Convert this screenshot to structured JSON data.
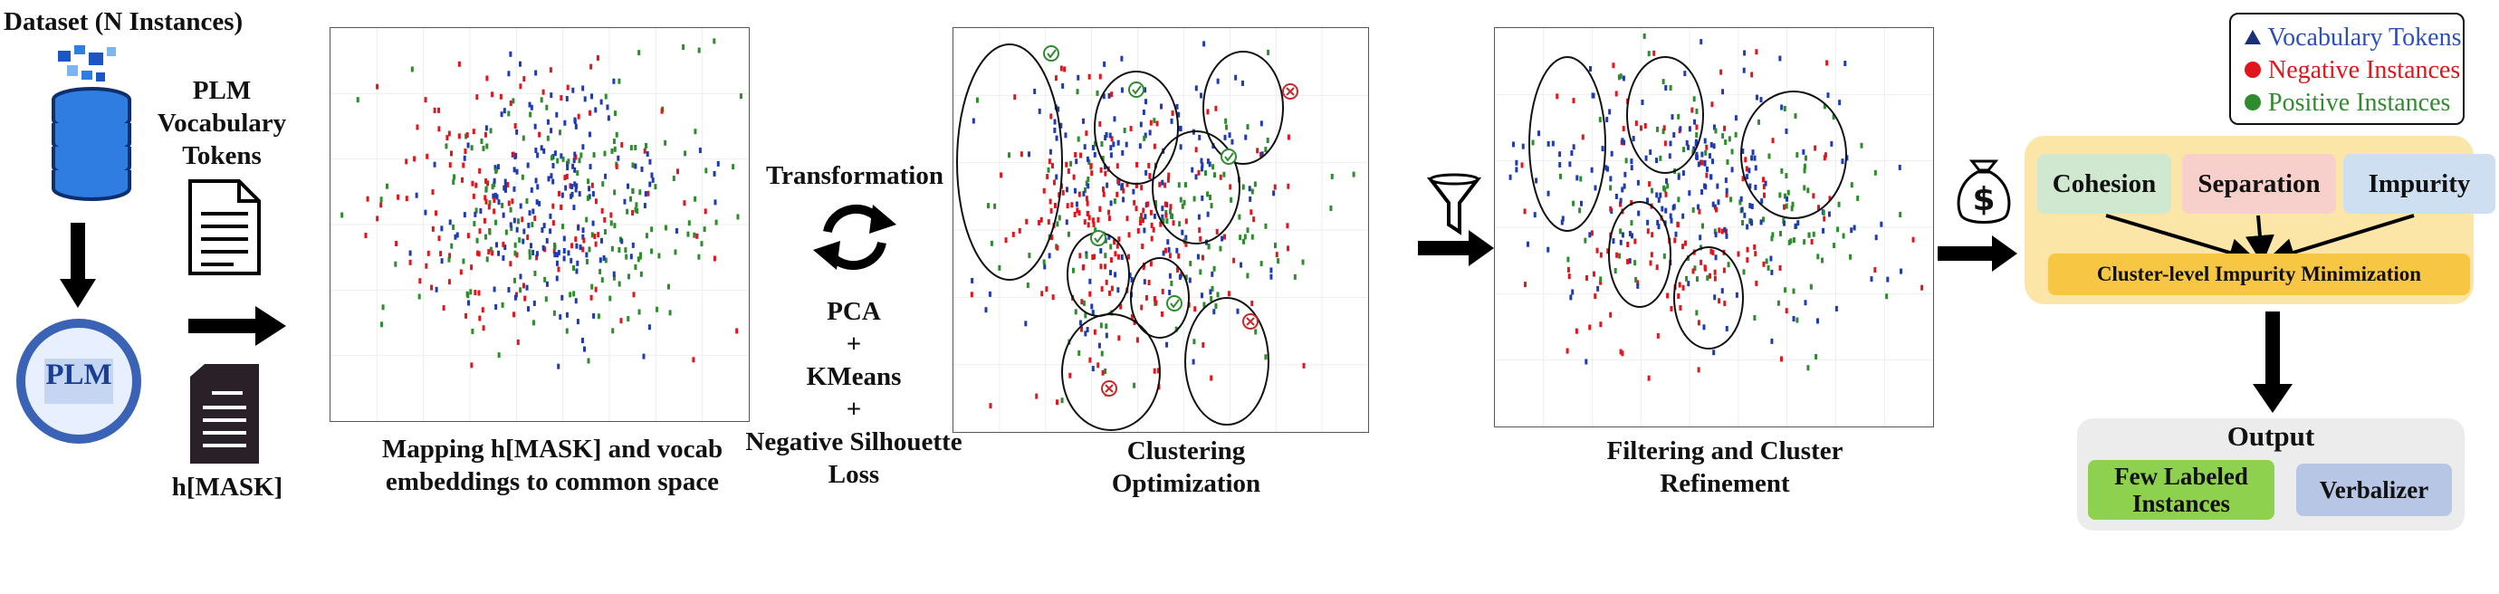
{
  "dataset_title": "Dataset (N Instances)",
  "plm_vocab_label": [
    "PLM",
    "Vocabulary",
    "Tokens"
  ],
  "plm_label": "PLM",
  "hmask_label": "h[MASK]",
  "step1_caption": [
    "Mapping h[MASK] and vocab",
    "embeddings to common space"
  ],
  "transformation_label": "Transformation",
  "method_label": [
    "PCA",
    "+",
    "KMeans",
    "+",
    "Negative Silhouette",
    "Loss"
  ],
  "step2_caption": [
    "Clustering",
    "Optimization"
  ],
  "step3_caption": [
    "Filtering and Cluster",
    "Refinement"
  ],
  "legend": {
    "vocab": "Vocabulary Tokens",
    "negative": "Negative Instances",
    "positive": "Positive Instances"
  },
  "colors": {
    "vocab": "#1f3bb3",
    "negative": "#e0161c",
    "positive": "#2e8b2e"
  },
  "metrics": {
    "cohesion": "Cohesion",
    "separation": "Separation",
    "impurity": "Impurity"
  },
  "objective_label": "Cluster-level Impurity Minimization",
  "dollar_label": "$",
  "output": {
    "title": "Output",
    "few_labeled": [
      "Few Labeled",
      "Instances"
    ],
    "verbalizer": "Verbalizer"
  }
}
